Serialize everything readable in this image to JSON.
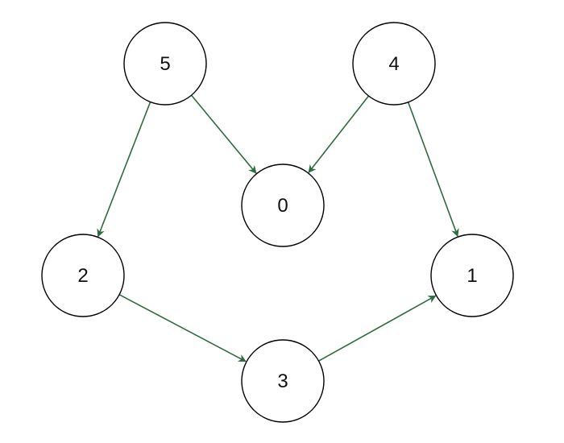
{
  "graph": {
    "edge_color": "#2e6b3f",
    "node_stroke_color": "#000000",
    "node_fill_color": "#ffffff",
    "nodes": [
      {
        "id": "5",
        "label": "5"
      },
      {
        "id": "4",
        "label": "4"
      },
      {
        "id": "0",
        "label": "0"
      },
      {
        "id": "2",
        "label": "2"
      },
      {
        "id": "1",
        "label": "1"
      },
      {
        "id": "3",
        "label": "3"
      }
    ],
    "edges": [
      {
        "from": "5",
        "to": "0"
      },
      {
        "from": "5",
        "to": "2"
      },
      {
        "from": "4",
        "to": "0"
      },
      {
        "from": "4",
        "to": "1"
      },
      {
        "from": "2",
        "to": "3"
      },
      {
        "from": "3",
        "to": "1"
      }
    ]
  }
}
